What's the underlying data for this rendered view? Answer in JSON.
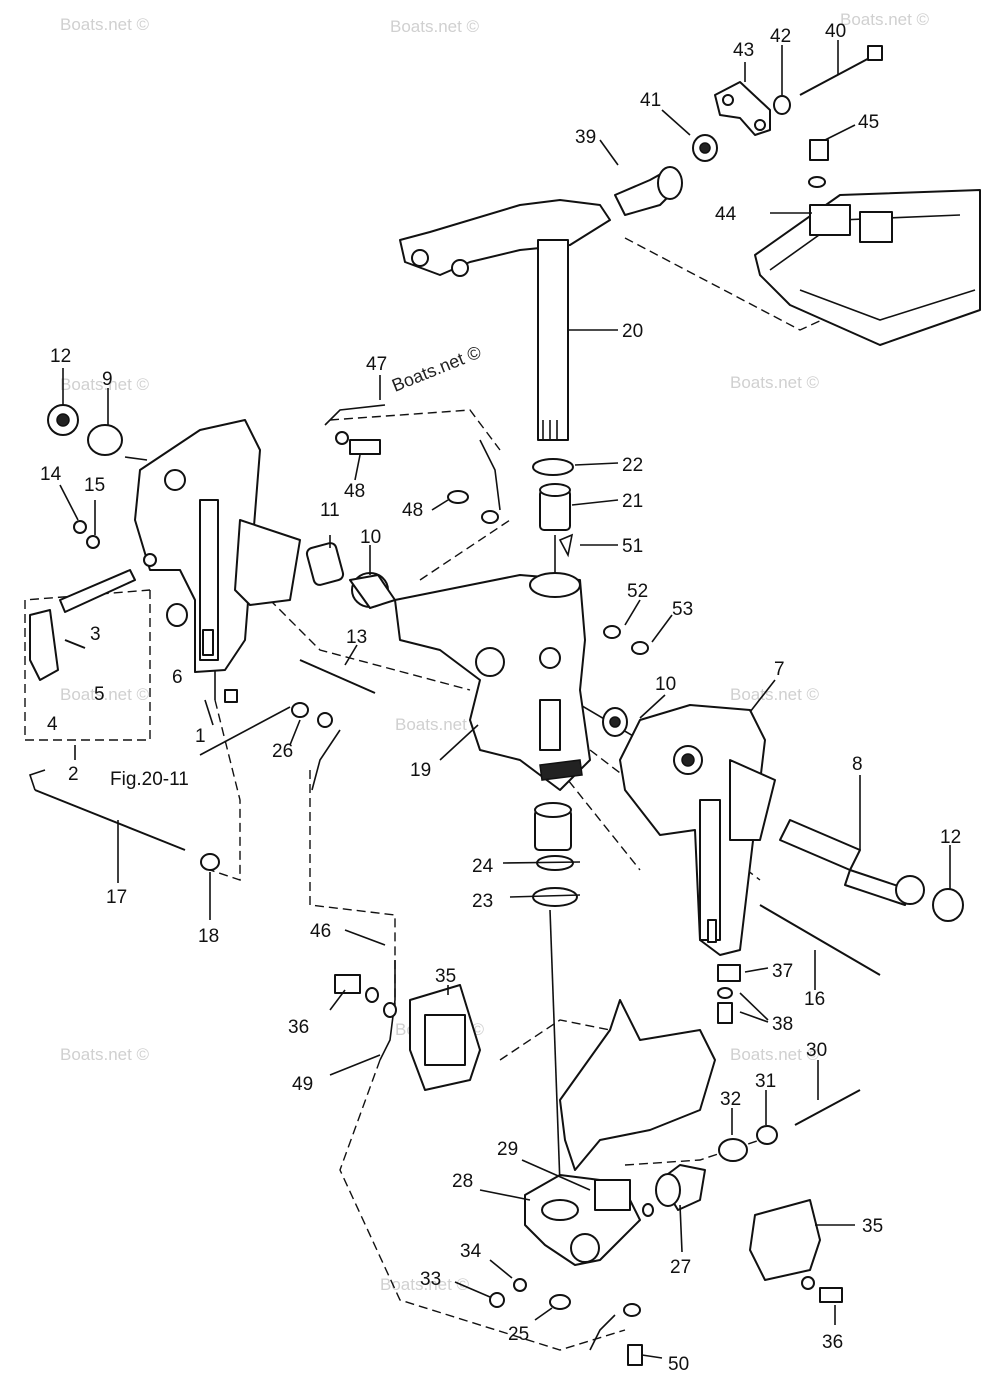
{
  "watermarks": [
    "Boats.net ©",
    "Boats.net ©",
    "Boats.net ©",
    "Boats.net ©",
    "Boats.net ©",
    "Boats.net ©",
    "Boats.net ©",
    "Boats.net ©",
    "Boats.net ©",
    "Boats.net ©",
    "Boats.net ©",
    "Boats.net ©"
  ],
  "watermark_dark": "Boats.net ©",
  "figure_ref": "Fig.20-11",
  "callouts": [
    "1",
    "2",
    "3",
    "4",
    "5",
    "6",
    "7",
    "8",
    "9",
    "10",
    "10",
    "11",
    "12",
    "12",
    "13",
    "14",
    "15",
    "16",
    "17",
    "18",
    "19",
    "20",
    "21",
    "22",
    "23",
    "24",
    "25",
    "26",
    "27",
    "28",
    "29",
    "30",
    "31",
    "32",
    "33",
    "34",
    "35",
    "35",
    "36",
    "36",
    "37",
    "38",
    "39",
    "40",
    "41",
    "42",
    "43",
    "44",
    "45",
    "46",
    "47",
    "48",
    "48",
    "49",
    "50",
    "51",
    "52",
    "53"
  ]
}
